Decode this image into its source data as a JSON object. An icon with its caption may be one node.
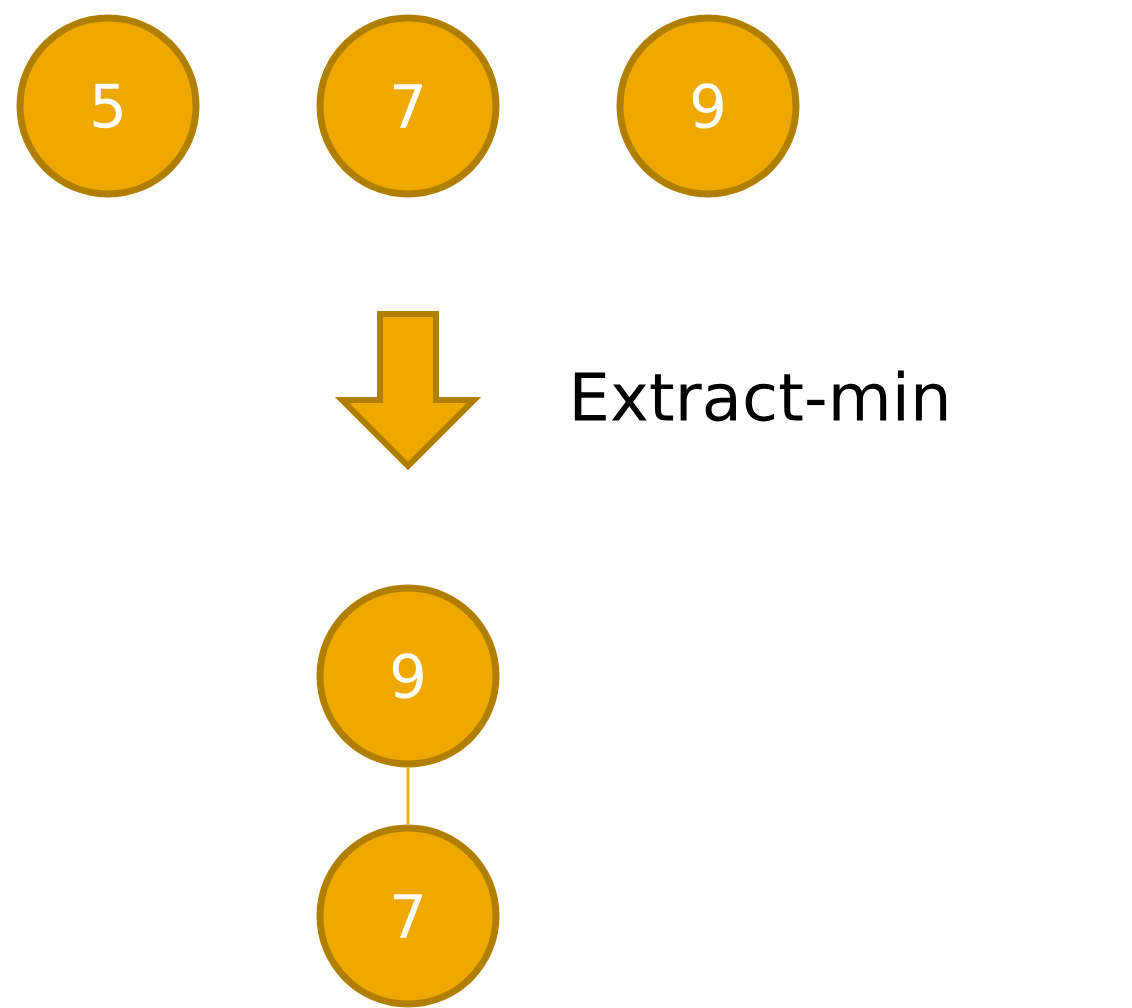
{
  "diagram": {
    "nodes": [
      {
        "text": [
          "5"
        ]
      },
      {
        "text": [
          "7"
        ]
      },
      {
        "text": [
          "9"
        ]
      },
      {
        "text": [
          "9"
        ]
      },
      {
        "text": [
          "7"
        ]
      }
    ],
    "edges": [
      {
        "from": 3,
        "to": 4,
        "arrow": "none"
      }
    ],
    "labels": [
      "Extract-min"
    ]
  }
}
